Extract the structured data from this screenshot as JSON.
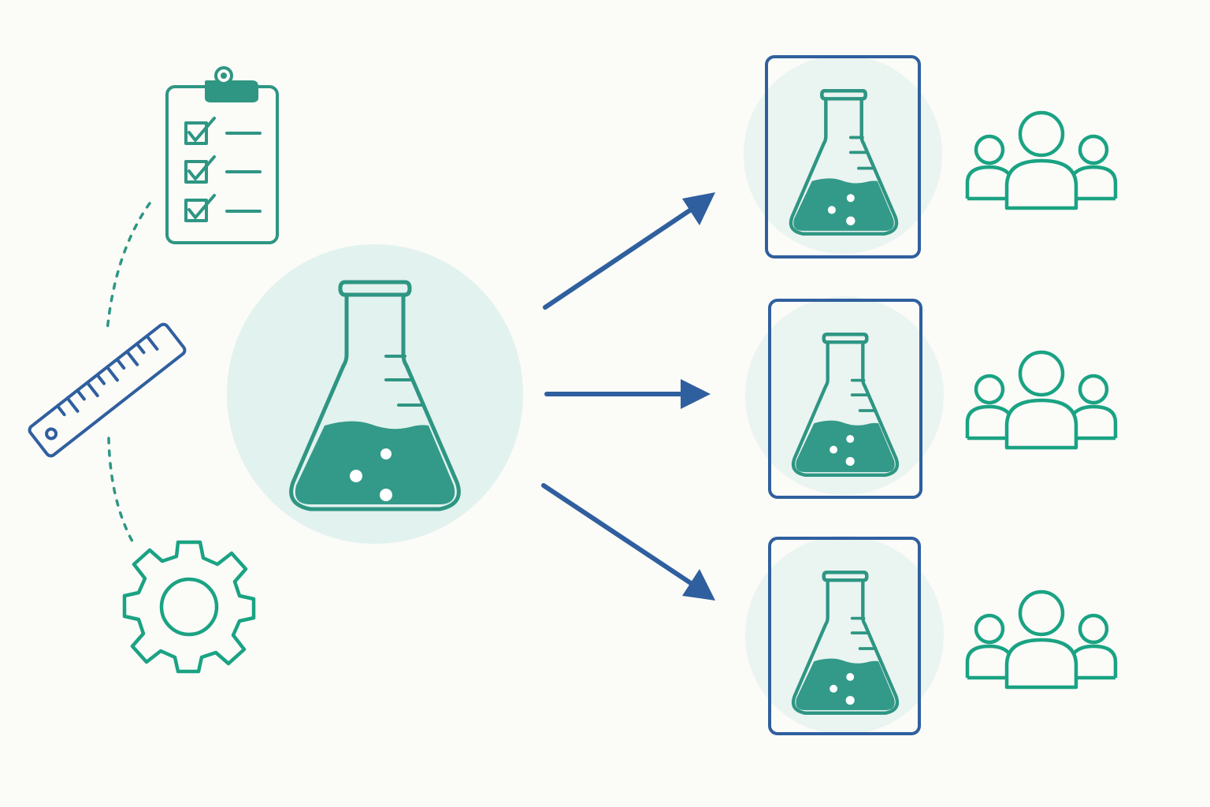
{
  "colors": {
    "background": "#fbfbf8",
    "teal": "#1aa383",
    "teal_dark": "#2e9683",
    "teal_fill": "#339a89",
    "blue": "#2f5f9e",
    "halo": "#e2f2ee",
    "halo_light": "#eaf4f1"
  },
  "diagram": {
    "inputs": [
      {
        "icon": "clipboard-checklist-icon",
        "items_checked": 3
      },
      {
        "icon": "ruler-icon"
      },
      {
        "icon": "gear-icon"
      }
    ],
    "center": {
      "icon": "erlenmeyer-flask-icon"
    },
    "arrows": [
      "arrow-to-replica-1",
      "arrow-to-replica-2",
      "arrow-to-replica-3"
    ],
    "outputs": [
      {
        "icon": "erlenmeyer-flask-icon",
        "group_icon": "user-group-icon"
      },
      {
        "icon": "erlenmeyer-flask-icon",
        "group_icon": "user-group-icon"
      },
      {
        "icon": "erlenmeyer-flask-icon",
        "group_icon": "user-group-icon"
      }
    ]
  }
}
